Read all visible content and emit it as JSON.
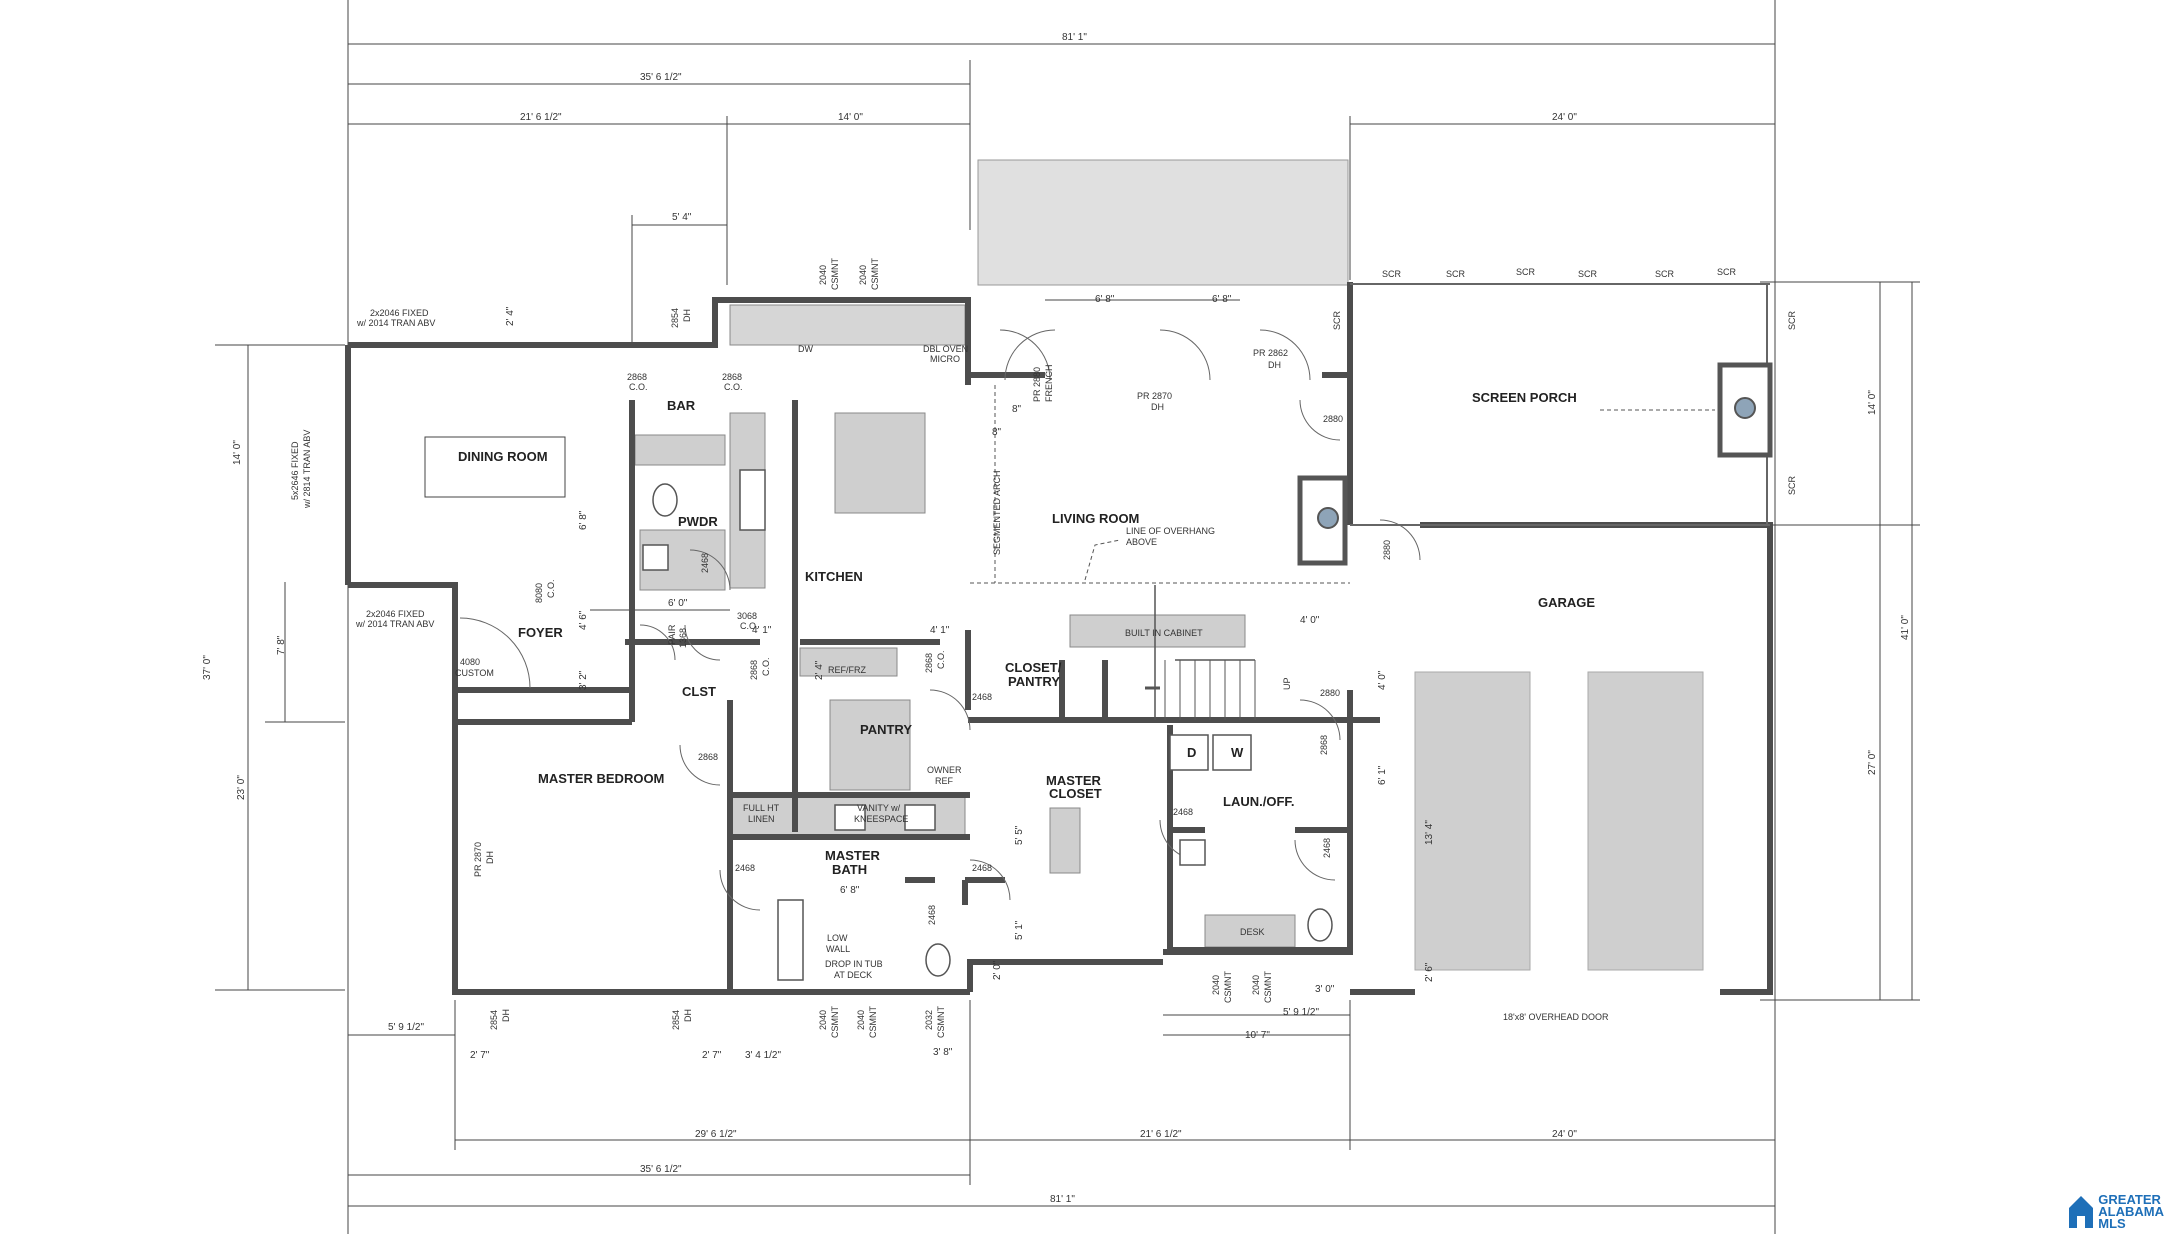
{
  "dimensions": {
    "top_total": "81' 1\"",
    "top_left_section": "35' 6 1/2\"",
    "top_left_a": "21' 6 1/2\"",
    "top_left_b": "14' 0\"",
    "top_right": "24' 0\"",
    "bar_width": "5' 4\"",
    "bump": "2' 4\"",
    "left_14": "14' 0\"",
    "left_37": "37' 0\"",
    "left_7_8": "7' 8\"",
    "left_23": "23' 0\"",
    "dining_6_8": "6' 8\"",
    "foyer_4_6": "4' 6\"",
    "foyer_3_2": "3' 2\"",
    "clst_6_0": "6' 0\"",
    "living_6_8a": "6' 8\"",
    "living_6_8b": "6' 8\"",
    "arch_8a": "8\"",
    "arch_8b": "8\"",
    "closet_4_1": "4' 1\"",
    "closet_4_1b": "4' 1\"",
    "stair_4_0": "4' 0\"",
    "pantry_2_4": "2' 4\"",
    "bath_6_8": "6' 8\"",
    "closet_5_5": "5' 5\"",
    "closet_5_1": "5' 1\"",
    "closet_2_0": "2' 0\"",
    "laundry_4_0": "4' 0\"",
    "laundry_6_1": "6' 1\"",
    "garage_13_4": "13' 4\"",
    "garage_2_6": "2' 6\"",
    "laundry_3_0": "3' 0\"",
    "laundry_5_9": "5' 9 1/2\"",
    "laundry_10_7": "10' 7\"",
    "right_14": "14' 0\"",
    "right_41": "41' 0\"",
    "right_27": "27' 0\"",
    "bottom_5_9": "5' 9 1/2\"",
    "bottom_2_7a": "2' 7\"",
    "bottom_2_7b": "2' 7\"",
    "bottom_3_4": "3' 4 1/2\"",
    "bottom_3_8": "3' 8\"",
    "bottom_29_6": "29' 6 1/2\"",
    "bottom_21_6": "21' 6 1/2\"",
    "bottom_24_0": "24' 0\"",
    "bottom_35_6": "35' 6 1/2\"",
    "bottom_total": "81' 1\""
  },
  "rooms": {
    "dining": "DINING ROOM",
    "bar": "BAR",
    "pwdr": "PWDR",
    "kitchen": "KITCHEN",
    "foyer": "FOYER",
    "clst": "CLST",
    "pantry": "PANTRY",
    "closet_pantry_1": "CLOSET/",
    "closet_pantry_2": "PANTRY",
    "master_bedroom": "MASTER BEDROOM",
    "master_bath_1": "MASTER",
    "master_bath_2": "BATH",
    "master_closet_1": "MASTER",
    "master_closet_2": "CLOSET",
    "laundry": "LAUN./OFF.",
    "living": "LIVING ROOM",
    "screen_porch": "SCREEN PORCH",
    "garage": "GARAGE"
  },
  "labels": {
    "fixed_top_1": "2x2046 FIXED",
    "fixed_top_2": "w/ 2014 TRAN ABV",
    "fixed_side_1": "5x2646 FIXED",
    "fixed_side_2": "w/ 2814 TRAN ABV",
    "fixed_bot_1": "2x2046 FIXED",
    "fixed_bot_2": "w/ 2014 TRAN ABV",
    "dh_2854_top_1": "2854",
    "dh_2854_top_2": "DH",
    "csmnt_2040a_1": "2040",
    "csmnt_2040a_2": "CSMNT",
    "csmnt_2040b_1": "2040",
    "csmnt_2040b_2": "CSMNT",
    "dw": "DW",
    "dbl_oven_1": "DBL OVEN",
    "dbl_oven_2": "MICRO",
    "co_2868a_1": "2868",
    "co_2868a_2": "C.O.",
    "co_2868b_1": "2868",
    "co_2868b_2": "C.O.",
    "pr2880_1": "PR 2880",
    "pr2880_2": "FRENCH",
    "pr2870_1": "PR 2870",
    "pr2870_2": "DH",
    "pr2862_1": "PR 2862",
    "pr2862_2": "DH",
    "scr": "SCR",
    "segmented_arch": "SEGMENTED ARCH",
    "overhang_1": "LINE OF OVERHANG",
    "overhang_2": "ABOVE",
    "built_in": "BUILT IN CABINET",
    "d_2880a": "2880",
    "d_2880b": "2880",
    "d_2880c": "2880",
    "co_8080_1": "8080",
    "co_8080_2": "C.O.",
    "d_2468": "2468",
    "co_3068_1": "3068",
    "co_3068_2": "C.O.",
    "pair_1368_1": "PAIR",
    "pair_1368_2": "1368",
    "ref_frz": "REF/FRZ",
    "custom_1": "4080",
    "custom_2": "CUSTOM",
    "d_2868": "2868",
    "owner_ref_1": "OWNER",
    "owner_ref_2": "REF",
    "linen_1": "FULL HT",
    "linen_2": "LINEN",
    "vanity_1": "VANITY w/",
    "vanity_2": "KNEESPACE",
    "pr2870_left_1": "PR 2870",
    "pr2870_left_2": "DH",
    "low_wall_1": "LOW",
    "low_wall_2": "WALL",
    "tub_1": "DROP IN TUB",
    "tub_2": "AT DECK",
    "up": "UP",
    "washer_d": "D",
    "washer_w": "W",
    "desk": "DESK",
    "overhead_door": "18'x8' OVERHEAD DOOR",
    "bot_2854a_1": "2854",
    "bot_2854a_2": "DH",
    "bot_2854b_1": "2854",
    "bot_2854b_2": "DH",
    "bot_2040a_1": "2040",
    "bot_2040a_2": "CSMNT",
    "bot_2040b_1": "2040",
    "bot_2040b_2": "CSMNT",
    "bot_2032_1": "2032",
    "bot_2032_2": "CSMNT",
    "lau_2040a_1": "2040",
    "lau_2040a_2": "CSMNT",
    "lau_2040b_1": "2040",
    "lau_2040b_2": "CSMNT"
  },
  "logo": {
    "line1": "GREATER",
    "line2": "ALABAMA",
    "line3": "MLS"
  },
  "colors": {
    "wall": "#5a5a5a",
    "fill": "#d2d2d2",
    "logo": "#1e6fb8"
  }
}
